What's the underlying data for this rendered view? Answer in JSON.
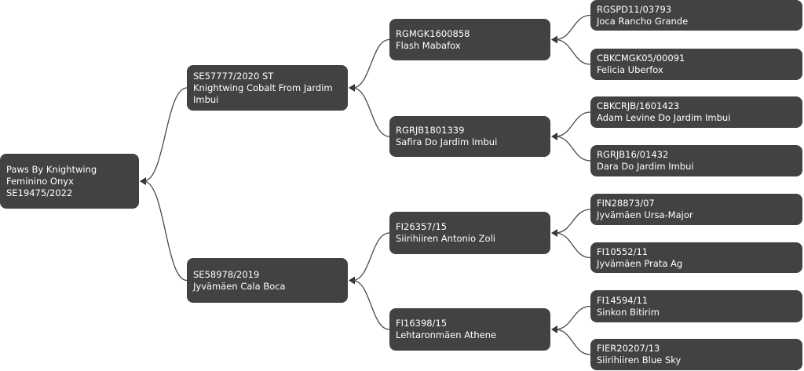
{
  "pedigree": {
    "subject": {
      "lines": [
        "Paws By Knightwing",
        "Feminino Onyx",
        "SE19475/2022"
      ]
    },
    "sire": {
      "lines": [
        "SE57777/2020 ST",
        "Knightwing Cobalt From Jardim Imbui"
      ]
    },
    "dam": {
      "lines": [
        "SE58978/2019",
        "Jyvämäen Cala Boca"
      ]
    },
    "sire_sire": {
      "lines": [
        "RGMGK1600858",
        "Flash Mabafox"
      ]
    },
    "sire_dam": {
      "lines": [
        "RGRJB1801339",
        "Safira Do Jardim Imbui"
      ]
    },
    "dam_sire": {
      "lines": [
        "FI26357/15",
        "Siirihiiren Antonio Zoli"
      ]
    },
    "dam_dam": {
      "lines": [
        "FI16398/15",
        "Lehtaronmäen Athene"
      ]
    },
    "sire_sire_sire": {
      "lines": [
        "RGSPD11/03793",
        "Joca Rancho Grande"
      ]
    },
    "sire_sire_dam": {
      "lines": [
        "CBKCMGK05/00091",
        "Felicia Uberfox"
      ]
    },
    "sire_dam_sire": {
      "lines": [
        "CBKCRJB/1601423",
        "Adam Levine Do Jardim Imbui"
      ]
    },
    "sire_dam_dam": {
      "lines": [
        "RGRJB16/01432",
        "Dara Do Jardim Imbui"
      ]
    },
    "dam_sire_sire": {
      "lines": [
        "FIN28873/07",
        "Jyvämäen Ursa-Major"
      ]
    },
    "dam_sire_dam": {
      "lines": [
        "FI10552/11",
        "Jyvämäen Prata Ag"
      ]
    },
    "dam_dam_sire": {
      "lines": [
        "FI14594/11",
        "Sinkon Bitirim"
      ]
    },
    "dam_dam_dam": {
      "lines": [
        "FIER20207/13",
        "Siirihiiren Blue Sky"
      ]
    }
  },
  "colors": {
    "node_bg": "#424242",
    "node_text": "#ffffff",
    "link": "#4a4a4a"
  }
}
